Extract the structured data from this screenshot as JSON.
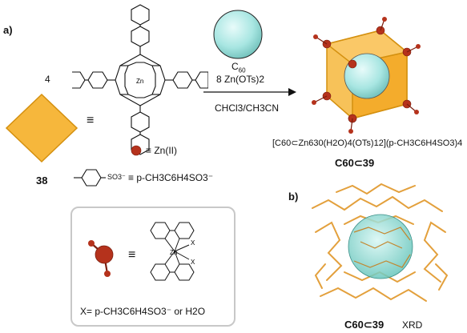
{
  "panel_a": {
    "label": "a)",
    "stoich_porphyrin": "4",
    "equals": "≡",
    "porphyrin_metal": "Zn",
    "square_label": "38",
    "guest": "C60",
    "guest_sub": "60",
    "guest_base": "C",
    "reagent": "8 Zn(OTs)2",
    "solvent": "CHCl3/CH3CN",
    "product_formula": "[C60⊂Zn630(H2O)4(OTs)12](p-CH3C6H4SO3)4",
    "product_label": "C60⊂39",
    "zn_legend": "≡ Zn(II)",
    "tosylate_lhs": "SO3⁻",
    "tosylate_rhs": "≡ p-CH3C6H4SO3⁻",
    "node_box": {
      "x_def": "X= p-CH3C6H4SO3⁻  or H2O",
      "x_label": "X",
      "zn_label": "Zn"
    }
  },
  "panel_b": {
    "label": "b)",
    "caption": "C60⊂39",
    "method": "XRD"
  },
  "colors": {
    "cube_face": "#f6b73c",
    "cube_edge": "#d4900f",
    "fullerene": "#a8e6e2",
    "zn_node": "#b5321c",
    "crystal_stick": "#e3a03c"
  }
}
